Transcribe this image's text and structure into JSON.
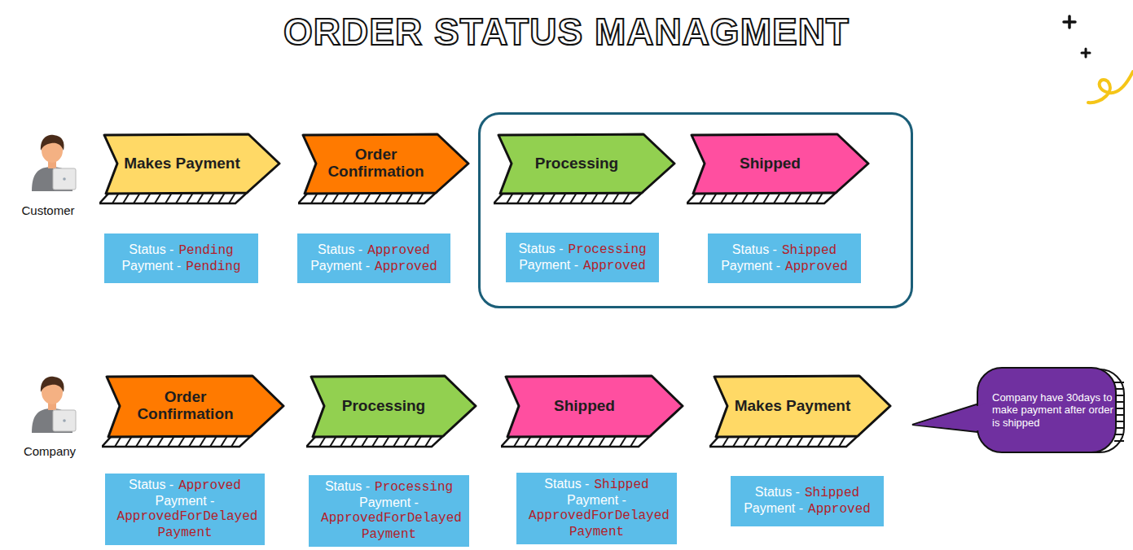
{
  "diagram": {
    "title": "ORDER STATUS MANAGMENT",
    "nodes": [
      {
        "text": [
          "Makes Payment"
        ]
      },
      {
        "text": [
          "Status -",
          "Pending",
          "Payment -",
          "Pending"
        ]
      },
      {
        "text": [
          "Order Confirmation"
        ]
      },
      {
        "text": [
          "Status -",
          "Approved",
          "Payment -",
          "Approved"
        ]
      },
      {
        "text": []
      },
      {
        "text": [
          "Processing"
        ],
        "in": 4
      },
      {
        "text": [
          "Status -",
          "Processing",
          "Payment -",
          "Approved"
        ],
        "in": 4
      },
      {
        "text": [
          "Shipped"
        ],
        "in": 4
      },
      {
        "text": [
          "Status -",
          "Shipped",
          "Payment -",
          "Approved"
        ],
        "in": 4
      },
      {
        "text": [
          "Order Confirmation"
        ]
      },
      {
        "text": [
          "Status -",
          "Approved",
          "Payment -",
          "ApprovedForDelayed Payment"
        ]
      },
      {
        "text": [
          "Processing"
        ]
      },
      {
        "text": [
          "Status -",
          "Processing",
          "Payment -",
          "ApprovedForDelayed Payment"
        ]
      },
      {
        "text": [
          "Shipped"
        ]
      },
      {
        "text": [
          "Status -",
          "Shipped",
          "Payment -",
          "ApprovedForDelayed Payment"
        ]
      },
      {
        "text": [
          "Makes Payment"
        ]
      },
      {
        "text": [
          "Status -",
          "Shipped",
          "Payment -",
          "Approved"
        ]
      },
      {
        "text": [
          "Company have 30days to make payment after order is shipped"
        ]
      }
    ],
    "labels": [
      "Customer",
      "Company"
    ]
  }
}
